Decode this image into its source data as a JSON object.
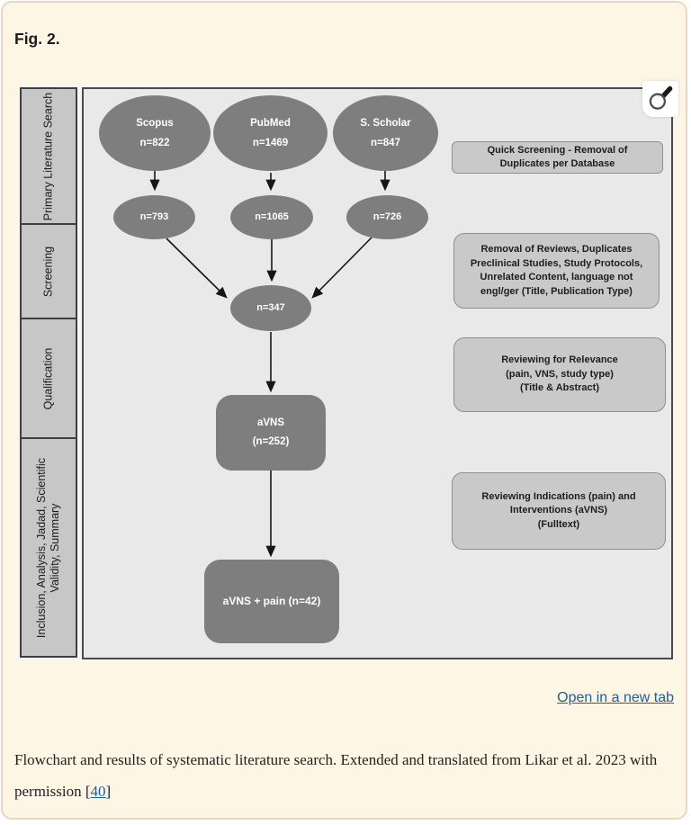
{
  "figure": {
    "label": "Fig. 2.",
    "open_in_new_tab": "Open in a new tab",
    "caption": {
      "prefix": "Flowchart and results of systematic literature search. Extended and translated from Likar et al. 2023 with permission [",
      "ref": "40",
      "suffix": "]"
    }
  },
  "sidebar": {
    "sections": [
      {
        "label": "Primary Literature Search"
      },
      {
        "label": "Screening"
      },
      {
        "label": "Qualification"
      },
      {
        "label": "Inclusion, Analysis, Jadad, Scientific Validity, Summary"
      }
    ]
  },
  "flowchart": {
    "sources": [
      {
        "name": "Scopus",
        "count": "n=822"
      },
      {
        "name": "PubMed",
        "count": "n=1469"
      },
      {
        "name": "S. Scholar",
        "count": "n=847"
      }
    ],
    "deduplicated": [
      {
        "count": "n=793"
      },
      {
        "count": "n=1065"
      },
      {
        "count": "n=726"
      }
    ],
    "merged": {
      "count": "n=347"
    },
    "qualified": {
      "line1": "aVNS",
      "line2": "(n=252)"
    },
    "final": {
      "label": "aVNS + pain (n=42)"
    }
  },
  "annotations": [
    {
      "lines": [
        "Quick Screening - Removal of",
        "Duplicates per Database"
      ]
    },
    {
      "lines": [
        "Removal of Reviews, Duplicates",
        "Preclinical Studies, Study Protocols,",
        "Unrelated Content, language not",
        "engl/ger (Title, Publication Type)"
      ]
    },
    {
      "lines": [
        "Reviewing for Relevance",
        "(pain, VNS, study type)",
        "(Title & Abstract)"
      ]
    },
    {
      "lines": [
        "Reviewing Indications (pain) and",
        "Interventions (aVNS)",
        "(Fulltext)"
      ]
    }
  ],
  "colors": {
    "page_bg": "#fdf6e4",
    "card_border": "#eed5c1",
    "node_fill": "#7e7e7e",
    "node_text": "#ffffff",
    "annotation_fill": "#c9c9c9",
    "sidebar_fill": "#c7c7c7",
    "panel_bg": "#e9e9e9",
    "link_blue": "#1b5f9b"
  }
}
